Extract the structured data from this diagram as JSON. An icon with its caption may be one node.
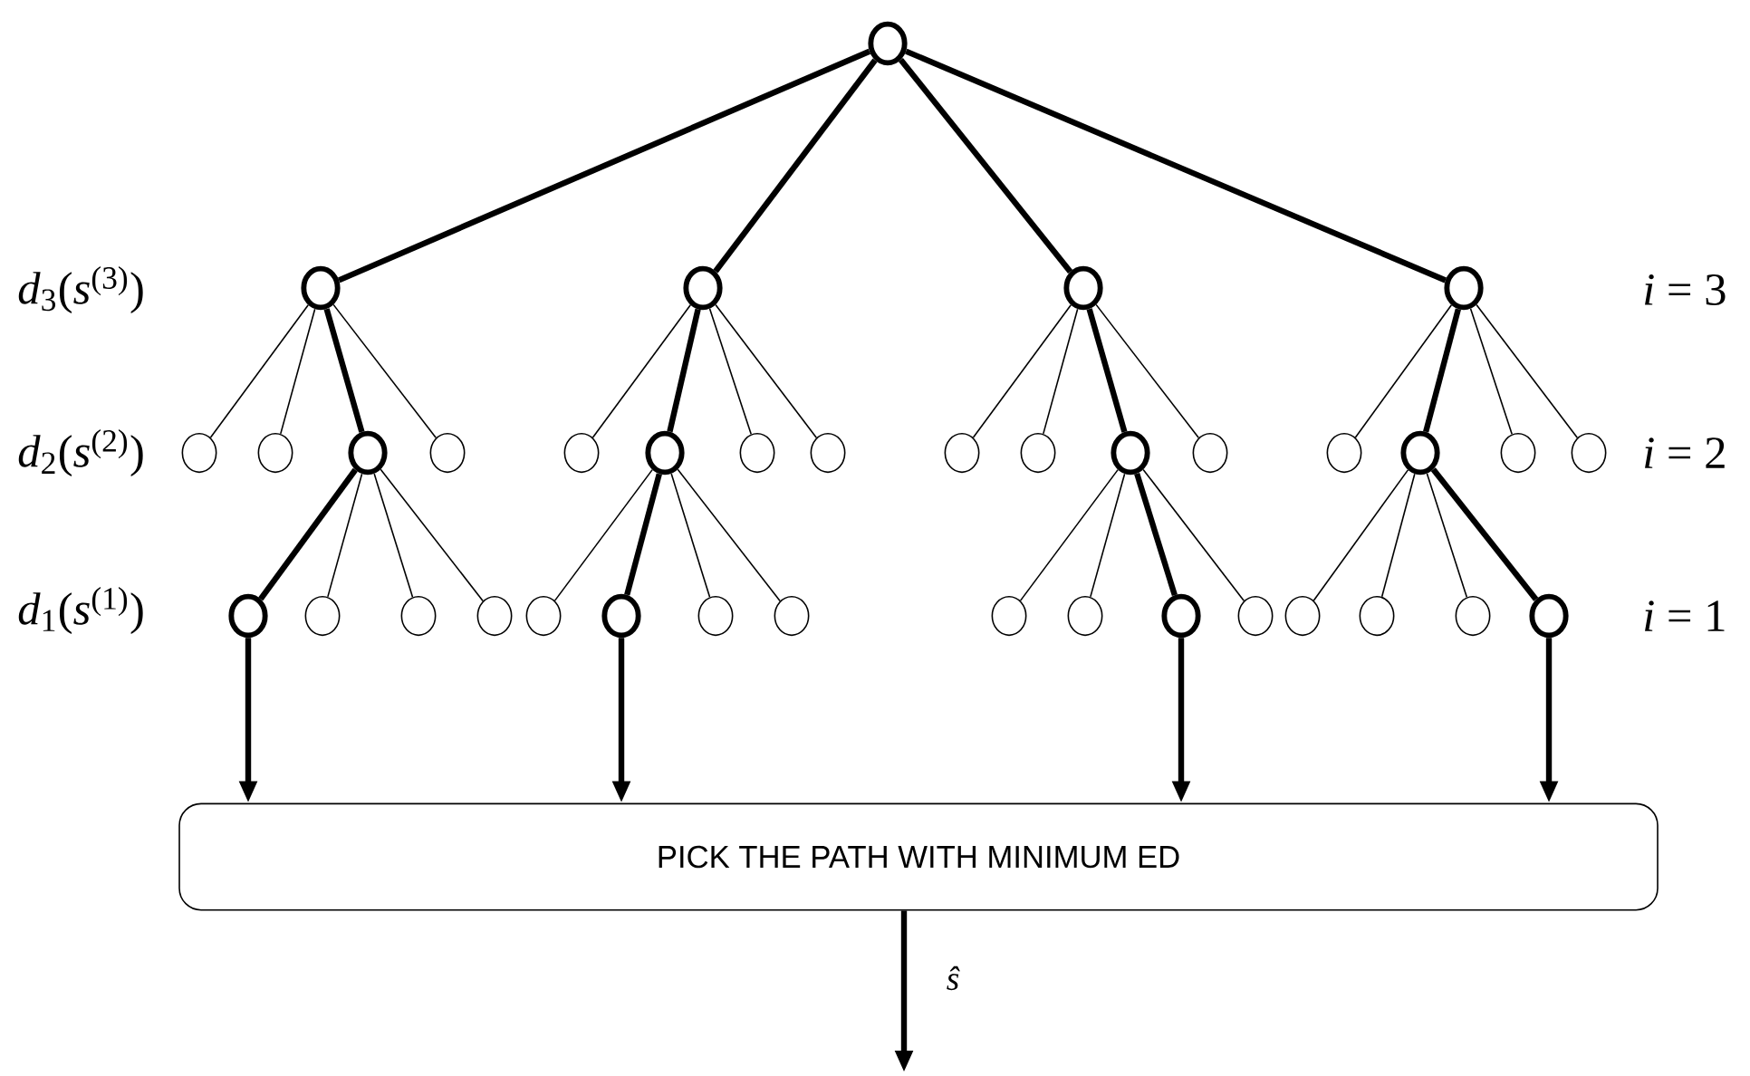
{
  "diagram": {
    "nodes": [
      {
        "text": [],
        "shape": "circle"
      },
      {
        "text": [],
        "shape": "circle"
      },
      {
        "text": [],
        "shape": "circle"
      },
      {
        "text": [],
        "shape": "circle"
      },
      {
        "text": [],
        "shape": "circle"
      },
      {
        "text": [],
        "shape": "circle"
      },
      {
        "text": [],
        "shape": "circle"
      },
      {
        "text": [],
        "shape": "circle"
      },
      {
        "text": [],
        "shape": "circle"
      },
      {
        "text": [],
        "shape": "circle"
      },
      {
        "text": [],
        "shape": "circle"
      },
      {
        "text": [],
        "shape": "circle"
      },
      {
        "text": [],
        "shape": "circle"
      },
      {
        "text": [],
        "shape": "circle"
      },
      {
        "text": [],
        "shape": "circle"
      },
      {
        "text": [],
        "shape": "circle"
      },
      {
        "text": [],
        "shape": "circle"
      },
      {
        "text": [],
        "shape": "circle"
      },
      {
        "text": [],
        "shape": "circle"
      },
      {
        "text": [],
        "shape": "circle"
      },
      {
        "text": [],
        "shape": "circle"
      },
      {
        "text": [],
        "shape": "circle"
      },
      {
        "text": [],
        "shape": "circle"
      },
      {
        "text": [],
        "shape": "circle"
      },
      {
        "text": [],
        "shape": "circle"
      },
      {
        "text": [],
        "shape": "circle"
      },
      {
        "text": [],
        "shape": "circle"
      },
      {
        "text": [],
        "shape": "circle"
      },
      {
        "text": [],
        "shape": "circle"
      },
      {
        "text": [],
        "shape": "circle"
      },
      {
        "text": [],
        "shape": "circle"
      },
      {
        "text": [],
        "shape": "circle"
      },
      {
        "text": [],
        "shape": "circle"
      },
      {
        "text": [],
        "shape": "circle"
      },
      {
        "text": [],
        "shape": "circle"
      },
      {
        "text": [],
        "shape": "circle"
      },
      {
        "text": [],
        "shape": "circle"
      },
      {
        "text": [
          "PICK THE PATH WITH MINIMUM ED"
        ]
      }
    ],
    "edges": [
      {
        "from": 0,
        "to": 1,
        "arrow": "none",
        "style": "thick"
      },
      {
        "from": 0,
        "to": 2,
        "arrow": "none",
        "style": "thick"
      },
      {
        "from": 0,
        "to": 3,
        "arrow": "none",
        "style": "thick"
      },
      {
        "from": 0,
        "to": 4,
        "arrow": "none",
        "style": "thick"
      },
      {
        "from": 1,
        "to": 5,
        "arrow": "none"
      },
      {
        "from": 1,
        "to": 6,
        "arrow": "none"
      },
      {
        "from": 1,
        "to": 7,
        "arrow": "none",
        "style": "thick"
      },
      {
        "from": 1,
        "to": 8,
        "arrow": "none"
      },
      {
        "from": 2,
        "to": 9,
        "arrow": "none"
      },
      {
        "from": 2,
        "to": 10,
        "arrow": "none",
        "style": "thick"
      },
      {
        "from": 2,
        "to": 11,
        "arrow": "none"
      },
      {
        "from": 2,
        "to": 12,
        "arrow": "none"
      },
      {
        "from": 3,
        "to": 13,
        "arrow": "none"
      },
      {
        "from": 3,
        "to": 14,
        "arrow": "none"
      },
      {
        "from": 3,
        "to": 15,
        "arrow": "none",
        "style": "thick"
      },
      {
        "from": 3,
        "to": 16,
        "arrow": "none"
      },
      {
        "from": 4,
        "to": 17,
        "arrow": "none"
      },
      {
        "from": 4,
        "to": 18,
        "arrow": "none",
        "style": "thick"
      },
      {
        "from": 4,
        "to": 19,
        "arrow": "none"
      },
      {
        "from": 4,
        "to": 20,
        "arrow": "none"
      },
      {
        "from": 7,
        "to": 21,
        "arrow": "none",
        "style": "thick"
      },
      {
        "from": 7,
        "to": 22,
        "arrow": "none"
      },
      {
        "from": 7,
        "to": 23,
        "arrow": "none"
      },
      {
        "from": 7,
        "to": 24,
        "arrow": "none"
      },
      {
        "from": 10,
        "to": 25,
        "arrow": "none"
      },
      {
        "from": 10,
        "to": 26,
        "arrow": "none",
        "style": "thick"
      },
      {
        "from": 10,
        "to": 27,
        "arrow": "none"
      },
      {
        "from": 10,
        "to": 28,
        "arrow": "none"
      },
      {
        "from": 15,
        "to": 29,
        "arrow": "none"
      },
      {
        "from": 15,
        "to": 30,
        "arrow": "none"
      },
      {
        "from": 15,
        "to": 31,
        "arrow": "none",
        "style": "thick"
      },
      {
        "from": 15,
        "to": 32,
        "arrow": "none"
      },
      {
        "from": 18,
        "to": 33,
        "arrow": "none"
      },
      {
        "from": 18,
        "to": 34,
        "arrow": "none"
      },
      {
        "from": 18,
        "to": 35,
        "arrow": "none"
      },
      {
        "from": 18,
        "to": 36,
        "arrow": "none",
        "style": "thick"
      },
      {
        "from": 21,
        "to": 37,
        "arrow": "to",
        "style": "thick"
      },
      {
        "from": 26,
        "to": 37,
        "arrow": "to",
        "style": "thick"
      },
      {
        "from": 31,
        "to": 37,
        "arrow": "to",
        "style": "thick"
      },
      {
        "from": 36,
        "to": 37,
        "arrow": "to",
        "style": "thick"
      },
      {
        "from": 37,
        "to": null,
        "arrow": "to",
        "style": "thick",
        "label": "ŝ"
      }
    ],
    "labels": [
      "*d*$_{3}$(*s*$^{(3)}$)",
      "*i* = 3",
      "*d*$_{2}$(*s*$^{(2)}$)",
      "*i* = 2",
      "*d*$_{1}$(*s*$^{(1)}$)",
      "*i* = 1"
    ]
  }
}
